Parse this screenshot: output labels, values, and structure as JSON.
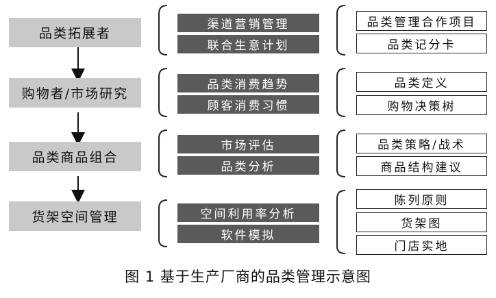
{
  "stages": [
    {
      "label": "品类拓展者"
    },
    {
      "label": "购物者/市场研究"
    },
    {
      "label": "品类商品组合"
    },
    {
      "label": "货架空间管理"
    }
  ],
  "activities": [
    [
      "渠道营销管理",
      "联合生意计划"
    ],
    [
      "品类消费趋势",
      "顾客消费习惯"
    ],
    [
      "市场评估",
      "品类分析"
    ],
    [
      "空间利用率分析",
      "软件模拟"
    ]
  ],
  "outputs": [
    [
      "品类管理合作项目",
      "品类记分卡"
    ],
    [
      "品类定义",
      "购物决策树"
    ],
    [
      "品类策略/战术",
      "商品结构建议"
    ],
    [
      "陈列原则",
      "货架图",
      "门店实地"
    ]
  ],
  "caption": "图 1  基于生产厂商的品类管理示意图",
  "colors": {
    "stage_fill": "#c9c9c9",
    "activity_fill": "#5a5a5a",
    "activity_text": "#ffffff",
    "output_border": "#222222"
  }
}
